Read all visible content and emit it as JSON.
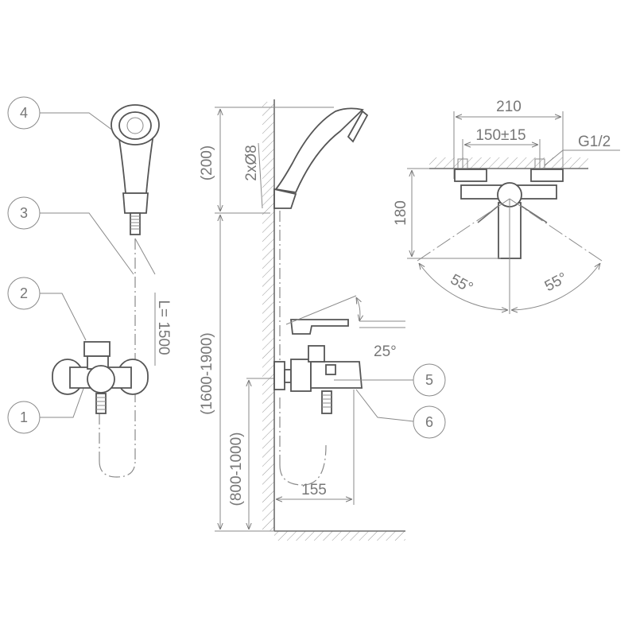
{
  "callouts": [
    "1",
    "2",
    "3",
    "4",
    "5",
    "6"
  ],
  "dimensions": {
    "hose_length": "L= 1500",
    "holder_offset": "(200)",
    "shower_height": "(1600-1900)",
    "mixer_height": "(800-1000)",
    "holder_screws": "2xØ8",
    "lever_angle": "25°",
    "projection": "155",
    "overall_width": "210",
    "centers": "150±15",
    "thread": "G1/2",
    "depth": "180",
    "swing_left": "55°",
    "swing_right": "55°"
  }
}
